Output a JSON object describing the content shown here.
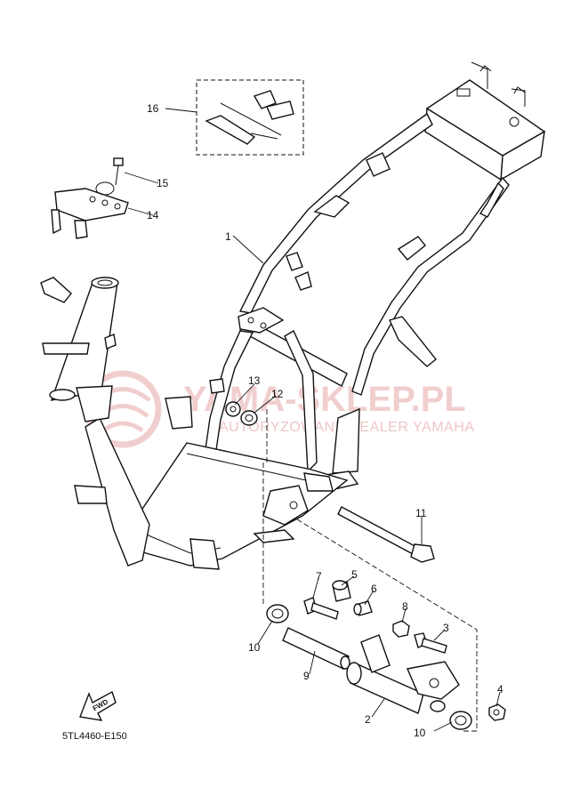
{
  "diagram_code": "5TL4460-E150",
  "watermark": {
    "main": "YAMA-SKLEP.PL",
    "sub": "AUTORYZOWANY DEALER YAMAHA"
  },
  "fwd_label": "FWD",
  "colors": {
    "watermark": "#e6a7a7",
    "line": "#111111"
  },
  "callouts": [
    "1",
    "2",
    "3",
    "4",
    "5",
    "6",
    "7",
    "8",
    "9",
    "10",
    "10",
    "11",
    "12",
    "13",
    "14",
    "15",
    "16"
  ]
}
